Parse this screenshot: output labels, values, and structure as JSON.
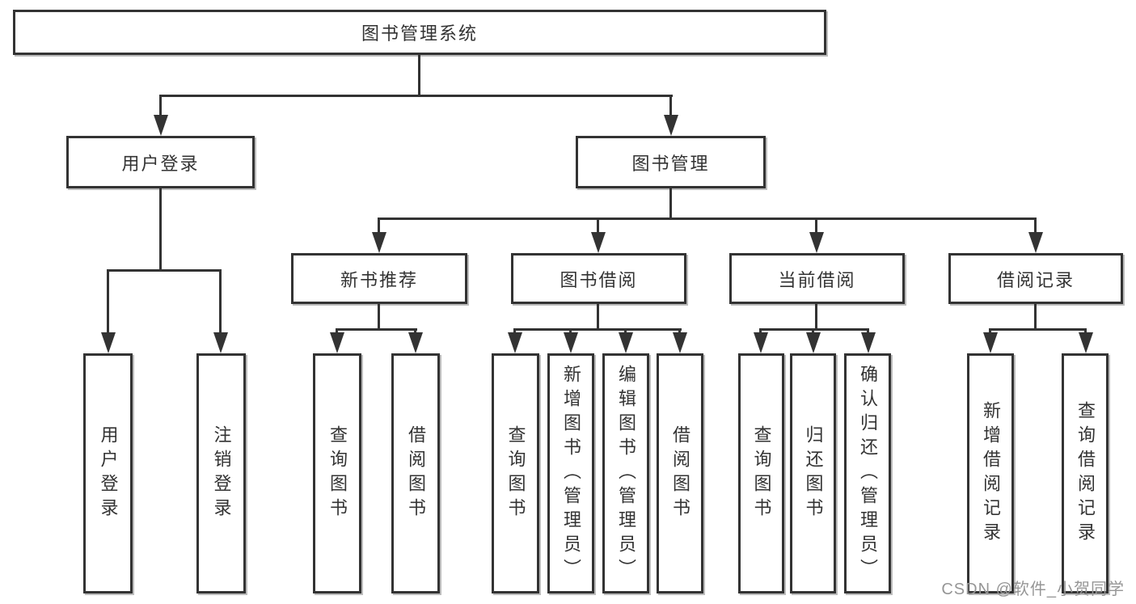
{
  "diagram": {
    "title": "图书管理系统",
    "root": {
      "label": "图书管理系统"
    },
    "level2": [
      {
        "label": "用户登录"
      },
      {
        "label": "图书管理"
      }
    ],
    "level3": [
      {
        "label": "新书推荐"
      },
      {
        "label": "图书借阅"
      },
      {
        "label": "当前借阅"
      },
      {
        "label": "借阅记录"
      }
    ],
    "leaves": {
      "user_login": [
        "用户登录",
        "注销登录"
      ],
      "new_book": [
        "查询图书",
        "借阅图书"
      ],
      "book_borrow": [
        "查询图书",
        "新增图书（管理员）",
        "编辑图书（管理员）",
        "借阅图书"
      ],
      "current_borrow": [
        "查询图书",
        "归还图书",
        "确认归还（管理员）"
      ],
      "borrow_record": [
        "新增借阅记录",
        "查询借阅记录"
      ]
    },
    "colors": {
      "line": "#333333",
      "box_border": "#333333",
      "box_fill": "#ffffff",
      "text": "#333333",
      "shadow": "#bcbcbc",
      "watermark": "#969696"
    }
  },
  "watermark": {
    "text": "CSDN @软件_小贺同学"
  }
}
